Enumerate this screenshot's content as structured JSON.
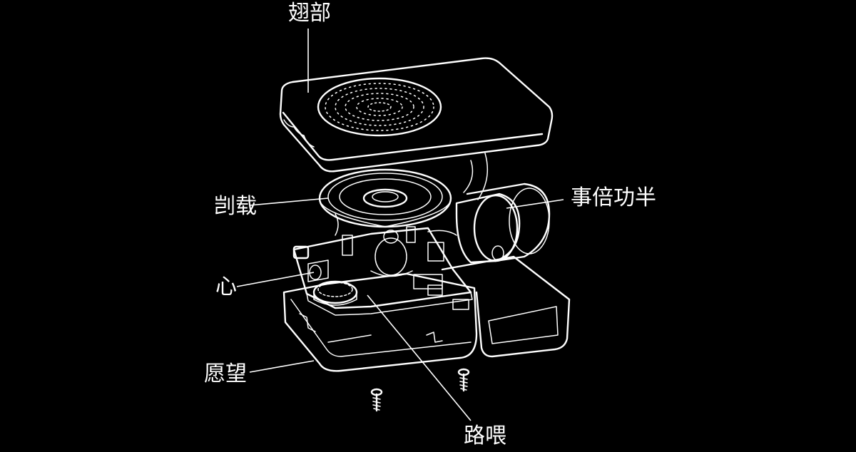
{
  "labels": {
    "top_cover": "翅部",
    "disc": "剀载",
    "battery": "事倍功半",
    "heart": "心",
    "base": "愿望",
    "road": "路喂"
  },
  "colors": {
    "background": "#000000",
    "line": "#ffffff"
  }
}
